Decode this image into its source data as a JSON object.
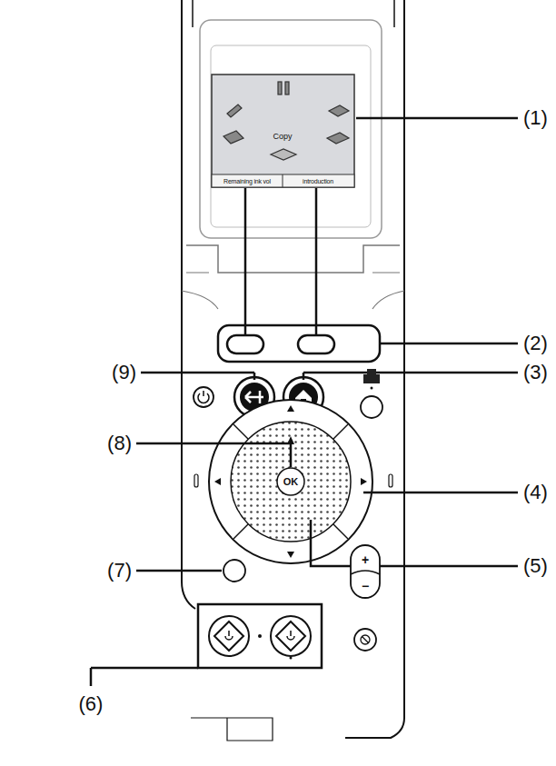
{
  "diagram": {
    "labels": [
      "Copy",
      "Remaining ink vol",
      "introduction",
      "(1)",
      "(2)",
      "(9)",
      "(3)",
      "(8)",
      "OK",
      "(4)",
      "(7)",
      "+",
      "−",
      "(5)",
      "(6)"
    ]
  }
}
